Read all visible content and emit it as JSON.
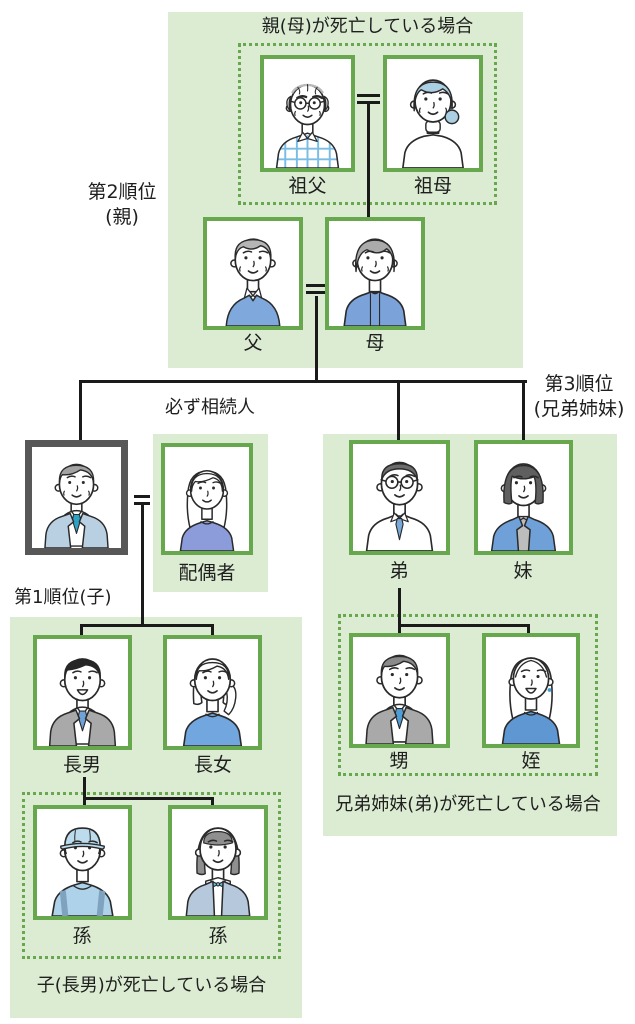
{
  "sections": {
    "rank2": {
      "label_line1": "第2順位",
      "label_line2": "(親)",
      "case_title": "親(母)が死亡している場合"
    },
    "rank1": {
      "label": "第1順位(子)",
      "case_caption": "子(長男)が死亡している場合"
    },
    "rank3": {
      "label_line1": "第3順位",
      "label_line2": "(兄弟姉妹)",
      "case_caption": "兄弟姉妹(弟)が死亡している場合"
    },
    "spouse_note": "必ず相続人"
  },
  "persons": [
    {
      "id": "grandfather",
      "label": "祖父",
      "avatar": "elderly-man-glasses-plaid-shirt"
    },
    {
      "id": "grandmother",
      "label": "祖母",
      "avatar": "elderly-woman-lightblue-hair-bun"
    },
    {
      "id": "father",
      "label": "父",
      "avatar": "senior-man-blue-vest"
    },
    {
      "id": "mother",
      "label": "母",
      "avatar": "senior-woman-blue-cardigan"
    },
    {
      "id": "deceased",
      "label": "",
      "avatar": "gray-hair-man-suit-memorial-portrait"
    },
    {
      "id": "spouse",
      "label": "配偶者",
      "avatar": "long-hair-woman-purple-top"
    },
    {
      "id": "eldest-son",
      "label": "長男",
      "avatar": "young-man-gray-suit-smiling"
    },
    {
      "id": "eldest-daughter",
      "label": "長女",
      "avatar": "young-woman-ponytail-blue-top"
    },
    {
      "id": "grandson",
      "label": "孫",
      "avatar": "boy-blue-cap-backpack"
    },
    {
      "id": "granddaughter",
      "label": "孫",
      "avatar": "girl-gray-bob-school-uniform"
    },
    {
      "id": "younger-brother",
      "label": "弟",
      "avatar": "man-glasses-white-shirt-blue-tie"
    },
    {
      "id": "younger-sister",
      "label": "妹",
      "avatar": "woman-dark-bob-blue-cardigan"
    },
    {
      "id": "nephew",
      "label": "甥",
      "avatar": "man-gray-suit-blue-tie"
    },
    {
      "id": "niece",
      "label": "姪",
      "avatar": "long-hair-woman-blue-top-open-smile"
    }
  ],
  "colors": {
    "section_bg": "#dcecd3",
    "frame_green": "#67a84f",
    "dotted_border": "#67a84f",
    "deceased_frame": "#575757",
    "connector": "#1a1a1a",
    "text": "#1f1f1f"
  }
}
